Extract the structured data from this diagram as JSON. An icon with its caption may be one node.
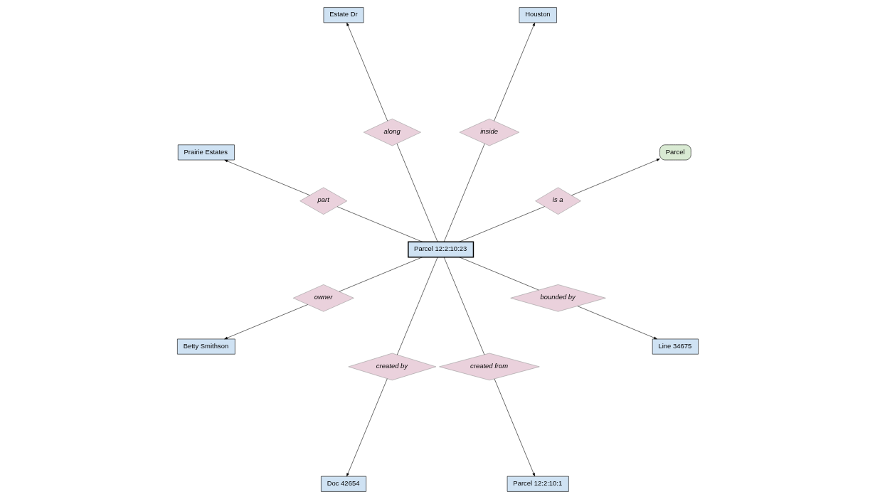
{
  "diagram": {
    "nodes": [
      {
        "text": [
          "Parcel"
        ]
      },
      {
        "text": [
          "Houston"
        ]
      },
      {
        "text": [
          "Estate Dr"
        ]
      },
      {
        "text": [
          "is a"
        ]
      },
      {
        "text": [
          "inside"
        ]
      },
      {
        "text": [
          "along"
        ]
      },
      {
        "text": [
          "Prairie Estates"
        ]
      },
      {
        "text": [
          "part"
        ]
      },
      {
        "text": [
          "Parcel 12:2:10:23"
        ]
      },
      {
        "text": [
          "owner"
        ]
      },
      {
        "text": [
          "Betty Smithson"
        ]
      },
      {
        "text": [
          "created by"
        ]
      },
      {
        "text": [
          "created from"
        ]
      },
      {
        "text": [
          "bounded by"
        ]
      },
      {
        "text": [
          "Doc 42654"
        ]
      },
      {
        "text": [
          "Parcel 12:2:10:1"
        ]
      },
      {
        "text": [
          "Line 34675"
        ]
      }
    ],
    "edges": [
      {
        "from": 8,
        "to": 3,
        "arrow": "none"
      },
      {
        "from": 3,
        "to": 0,
        "arrow": "to"
      },
      {
        "from": 8,
        "to": 4,
        "arrow": "none"
      },
      {
        "from": 4,
        "to": 1,
        "arrow": "to"
      },
      {
        "from": 8,
        "to": 5,
        "arrow": "none"
      },
      {
        "from": 5,
        "to": 2,
        "arrow": "to"
      },
      {
        "from": 8,
        "to": 7,
        "arrow": "none"
      },
      {
        "from": 7,
        "to": 6,
        "arrow": "to"
      },
      {
        "from": 8,
        "to": 9,
        "arrow": "none"
      },
      {
        "from": 9,
        "to": 10,
        "arrow": "to"
      },
      {
        "from": 8,
        "to": 11,
        "arrow": "none"
      },
      {
        "from": 11,
        "to": 14,
        "arrow": "to"
      },
      {
        "from": 8,
        "to": 13,
        "arrow": "none"
      },
      {
        "from": 13,
        "to": 16,
        "arrow": "to"
      },
      {
        "from": 8,
        "to": 12,
        "arrow": "none"
      },
      {
        "from": 12,
        "to": 15,
        "arrow": "to"
      }
    ]
  }
}
